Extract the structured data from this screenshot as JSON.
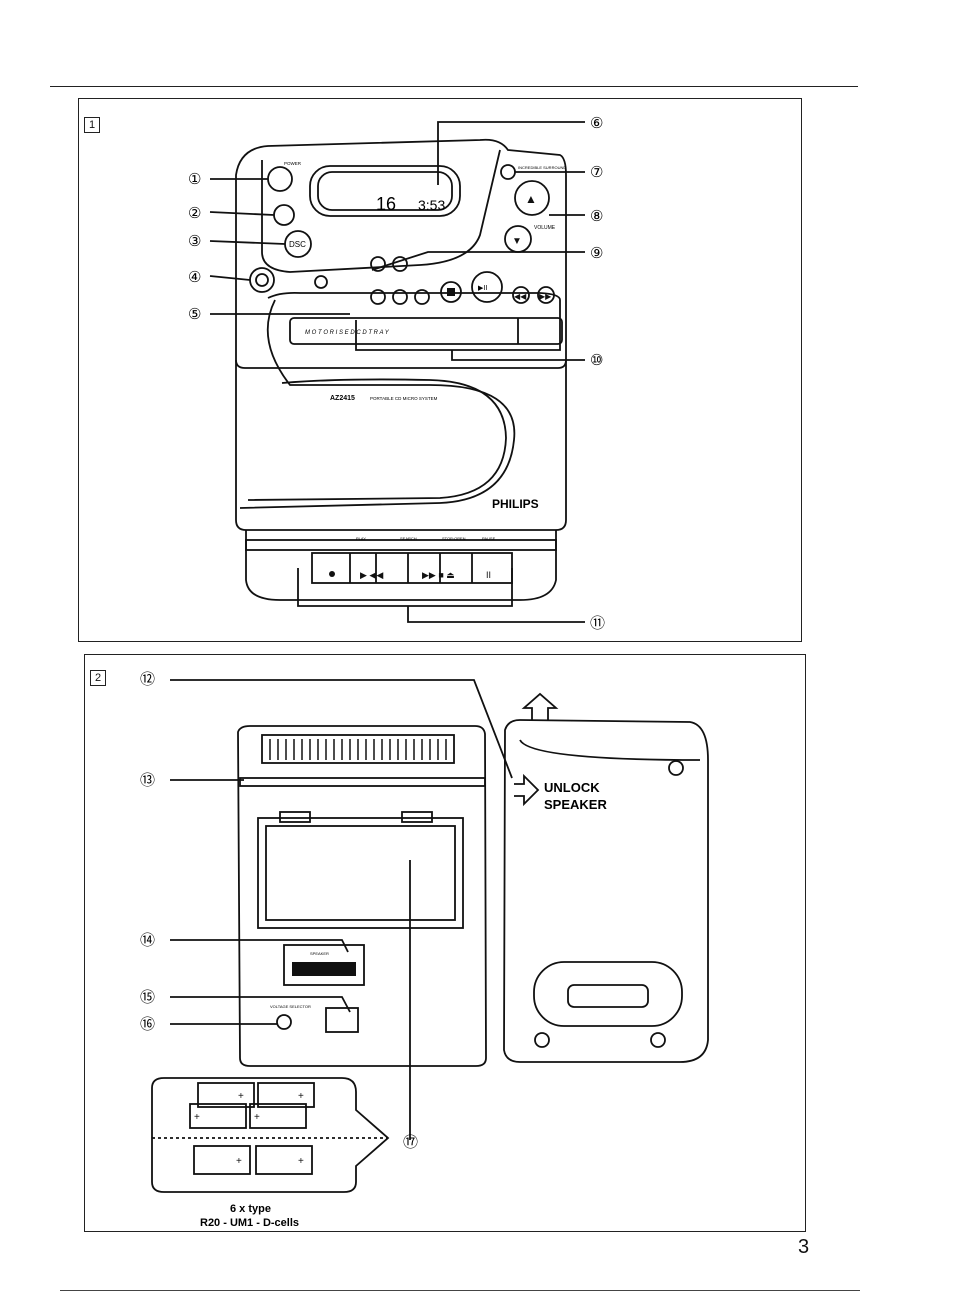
{
  "figure1": {
    "box_label": "1",
    "callouts": [
      "①",
      "②",
      "③",
      "④",
      "⑤",
      "⑥",
      "⑦",
      "⑧",
      "⑨",
      "⑩",
      "⑪"
    ],
    "display_track": "16",
    "display_time": "3:53",
    "btn_power": "POWER",
    "btn_dsc": "DSC",
    "btn_play_pause": "▶II",
    "tray_label": "M O T O R I S E D   C D   T R A Y",
    "model": "AZ2415",
    "model_desc": "PORTABLE CD MICRO SYSTEM",
    "brand": "PHILIPS",
    "incredible_surround": "INCREDIBLE SURROUND",
    "volume": "VOLUME",
    "deck_labels": [
      "PLAY",
      "SEARCH",
      "STOP·OPEN",
      "PAUSE"
    ]
  },
  "figure2": {
    "box_label": "2",
    "callouts": [
      "⑫",
      "⑬",
      "⑭",
      "⑮",
      "⑯",
      "⑰"
    ],
    "unlock_speaker": [
      "UNLOCK",
      "SPEAKER"
    ],
    "battery_caption": [
      "6 x type",
      "R20 - UM1 - D-cells"
    ],
    "speaker_label": "SPEAKER",
    "voltage_label": "VOLTAGE SELECTOR"
  },
  "page_number": "3"
}
